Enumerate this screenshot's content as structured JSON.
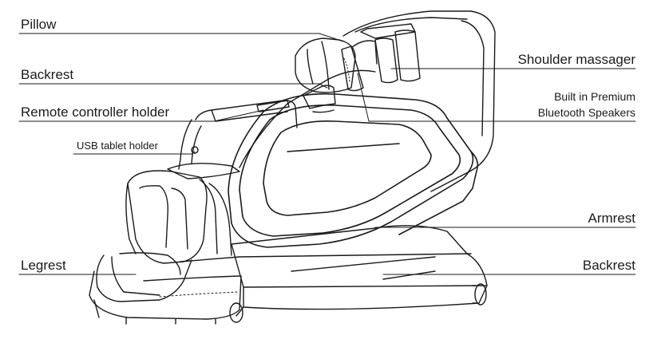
{
  "labels": {
    "pillow": "Pillow",
    "backrest_left": "Backrest",
    "remote_controller_holder": "Remote controller holder",
    "usb_tablet_holder": "USB tablet holder",
    "legrest": "Legrest",
    "shoulder_massager": "Shoulder massager",
    "speakers_line1": "Built in Premium",
    "speakers_line2": "Bluetooth Speakers",
    "armrest": "Armrest",
    "backrest_right": "Backrest"
  },
  "colors": {
    "line": "#1a1a1a",
    "background": "#ffffff"
  }
}
